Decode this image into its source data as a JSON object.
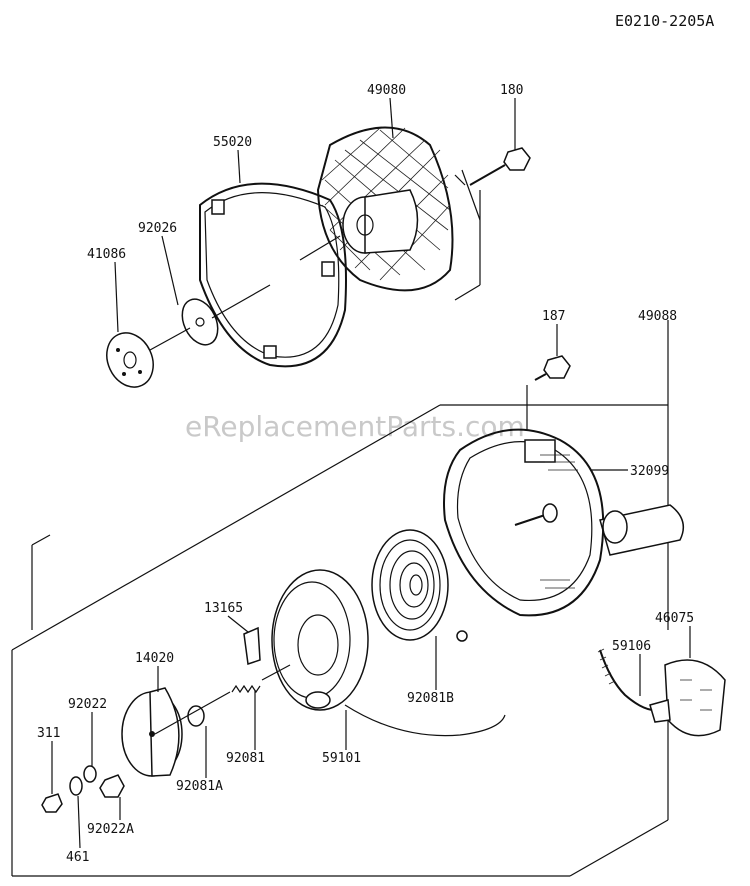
{
  "diagram_code": "E0210-2205A",
  "watermark": "eReplacementParts.com",
  "labels": {
    "p49080": "49080",
    "p180": "180",
    "p55020": "55020",
    "p92026": "92026",
    "p41086": "41086",
    "p187": "187",
    "p49088": "49088",
    "p32099": "32099",
    "p13165": "13165",
    "p46075": "46075",
    "p14020": "14020",
    "p59106": "59106",
    "p92022": "92022",
    "p311": "311",
    "p92081B": "92081B",
    "p92081": "92081",
    "p59101": "59101",
    "p92081A": "92081A",
    "p92022A": "92022A",
    "p461": "461"
  }
}
